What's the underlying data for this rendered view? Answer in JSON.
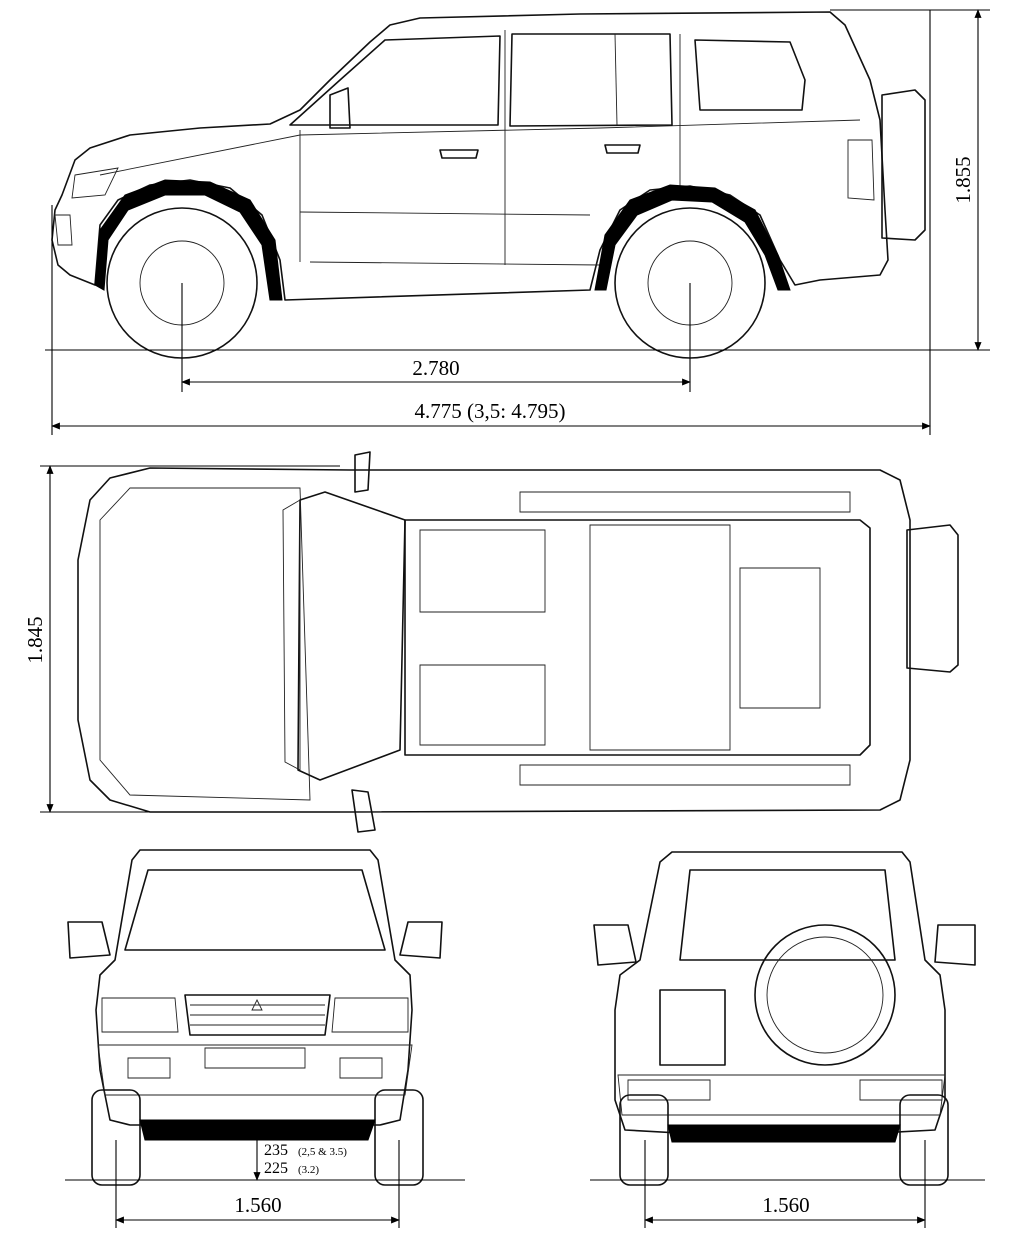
{
  "dimensions": {
    "wheelbase": "2.780",
    "overall_length": "4.775 (3,5: 4.795)",
    "height": "1.855",
    "width": "1.845",
    "track_front": "1.560",
    "track_rear": "1.560",
    "ground_clearance_primary": "235",
    "ground_clearance_primary_note": "(2,5 & 3.5)",
    "ground_clearance_secondary": "225",
    "ground_clearance_secondary_note": "(3.2)"
  },
  "colors": {
    "line": "#111111",
    "background": "#ffffff"
  }
}
